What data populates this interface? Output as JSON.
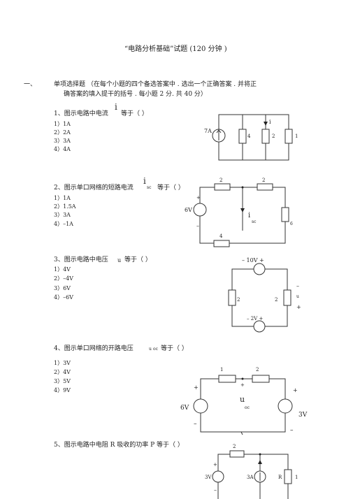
{
  "title": "“电路分析基础”试题 (120 分钟 )",
  "section": {
    "number": "一、",
    "heading": "单项选择题 （在每个小题的四个备选答案中 . 选出一个正确答案 . 并将正",
    "heading_cont": "确答案的填入提干的括号 . 每小题 2 分. 共 40 分）"
  },
  "questions": [
    {
      "stem_before": "1、图示电路中电流",
      "symbol": "i",
      "symbol_sub": "",
      "stem_after": "等于（ ）",
      "options": [
        "1）1A",
        "2）2A",
        "3）3A",
        "4）4A"
      ],
      "circuit": {
        "labels": [
          "7A",
          "4",
          "2",
          "1",
          "i"
        ]
      }
    },
    {
      "stem_before": "2、图示单口网络的短路电流",
      "symbol": "i",
      "symbol_sub": "sc",
      "stem_after": "等于（ ）",
      "options": [
        "1）1A",
        "2）1.5A",
        "3）3A",
        "4）–1A"
      ],
      "circuit": {
        "labels": [
          "2",
          "2",
          "6V",
          "+",
          "–",
          "i",
          "sc",
          "6",
          "4"
        ]
      }
    },
    {
      "stem_before": "3、图示电路中电压",
      "symbol": "u",
      "symbol_sub": "",
      "stem_after": "等于（ ）",
      "options": [
        "1）4V",
        "2）–4V",
        "3）6V",
        "4）–6V"
      ],
      "circuit": {
        "labels": [
          "–  10V  +",
          "2",
          "2",
          "–",
          "u",
          "+",
          "–  2V  +"
        ]
      }
    },
    {
      "stem_before": "4、图示单口网络的开路电压",
      "symbol": "u",
      "symbol_sub": "oc",
      "stem_after": "等于（ ）",
      "options": [
        "1）3V",
        "2）4V",
        "3）5V",
        "4）9V"
      ],
      "circuit": {
        "labels": [
          "1",
          "2",
          "+",
          "+",
          "+",
          "6V",
          "u",
          "oc",
          "3V",
          "–",
          "–"
        ]
      }
    },
    {
      "stem_before": "5、图示电路中电阻  R 吸收的功率 P 等于（ ）",
      "options": [],
      "circuit": {
        "labels": [
          "2",
          "+",
          "3V",
          "–",
          "3A",
          "R",
          "1"
        ]
      }
    }
  ]
}
